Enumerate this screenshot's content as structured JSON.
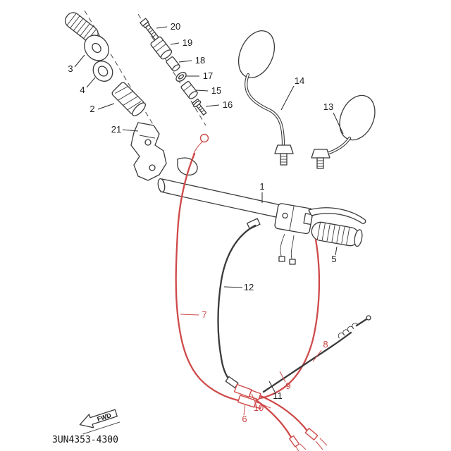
{
  "diagram": {
    "code": "3UN4353-4300",
    "fwd": "FWD",
    "colors": {
      "ink": "#3a3a3a",
      "red": "#cf4a4a",
      "label": "#1c1c1c",
      "label_red": "#c94343",
      "background": "#ffffff"
    }
  },
  "labels": {
    "l1": "1",
    "l2": "2",
    "l3": "3",
    "l4": "4",
    "l5": "5",
    "l6": "6",
    "l7": "7",
    "l8": "8",
    "l9": "9",
    "l10": "10",
    "l11": "11",
    "l12": "12",
    "l13": "13",
    "l14": "14",
    "l15": "15",
    "l16": "16",
    "l17": "17",
    "l18": "18",
    "l19": "19",
    "l20": "20",
    "l21": "21"
  }
}
